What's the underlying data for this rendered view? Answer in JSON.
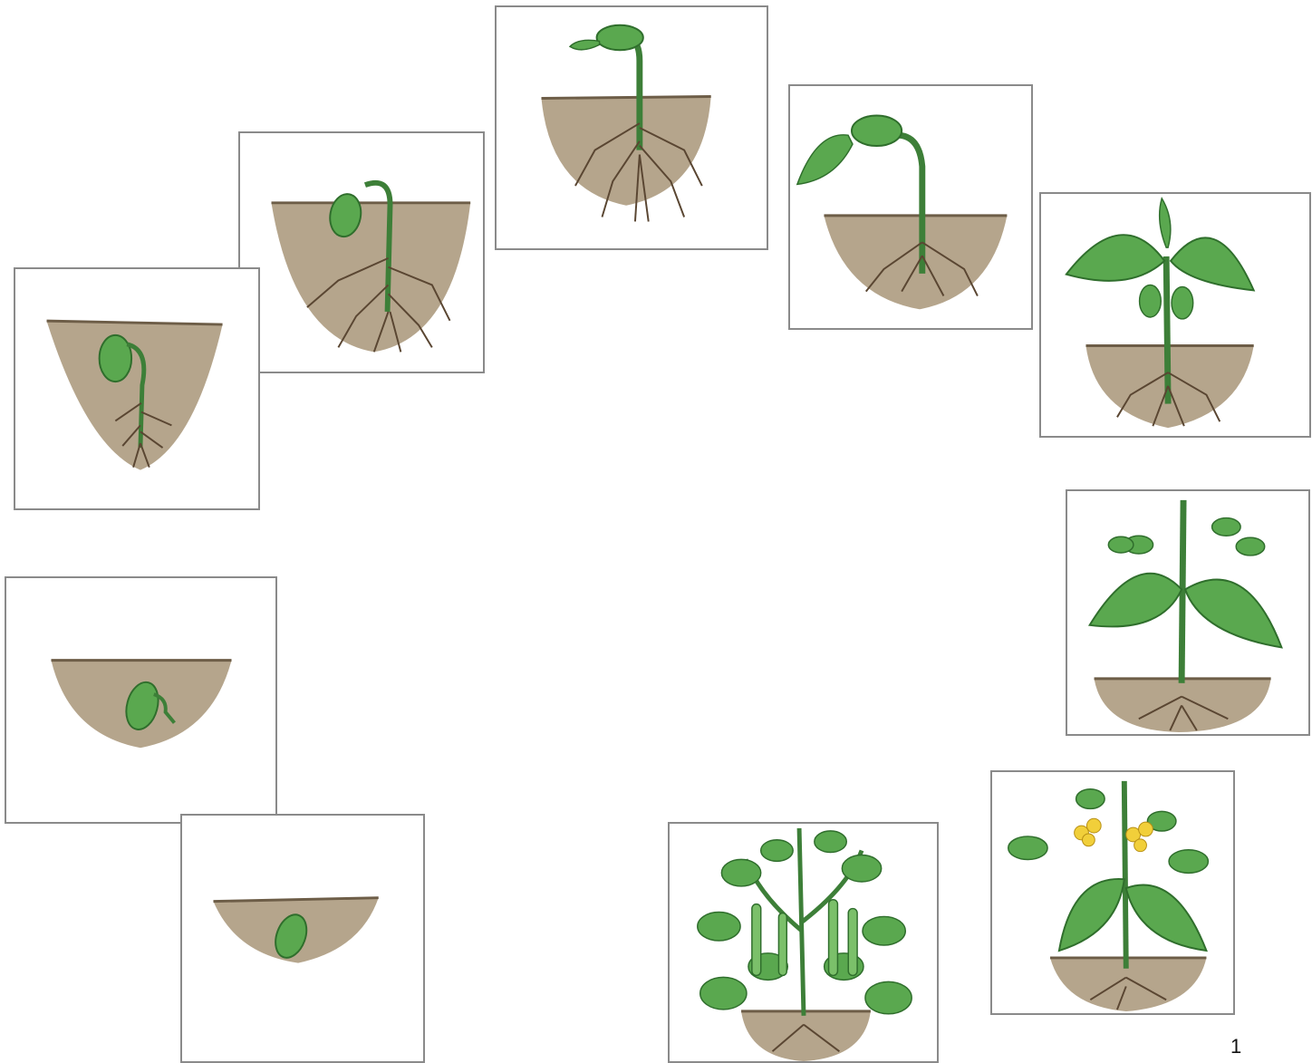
{
  "page": {
    "number": "1"
  },
  "stages": [
    {
      "id": "seed",
      "name": "seed-card"
    },
    {
      "id": "germinating",
      "name": "germinating-seed-card"
    },
    {
      "id": "root",
      "name": "root-growth-card"
    },
    {
      "id": "hook",
      "name": "emerging-hook-card"
    },
    {
      "id": "sprout",
      "name": "sprout-card"
    },
    {
      "id": "first-leaves",
      "name": "first-leaves-card"
    },
    {
      "id": "young-plant",
      "name": "young-plant-card"
    },
    {
      "id": "larger-plant",
      "name": "larger-plant-card"
    },
    {
      "id": "flowering",
      "name": "flowering-plant-card"
    },
    {
      "id": "pods",
      "name": "bean-pod-plant-card"
    }
  ],
  "colors": {
    "soil": "#b5a58c",
    "soil_dark": "#7d6b52",
    "plant": "#5aa84f",
    "plant_dark": "#2f6e2c",
    "root": "#5a4632",
    "flower": "#f1cf3a",
    "border": "#8a8a8a"
  }
}
